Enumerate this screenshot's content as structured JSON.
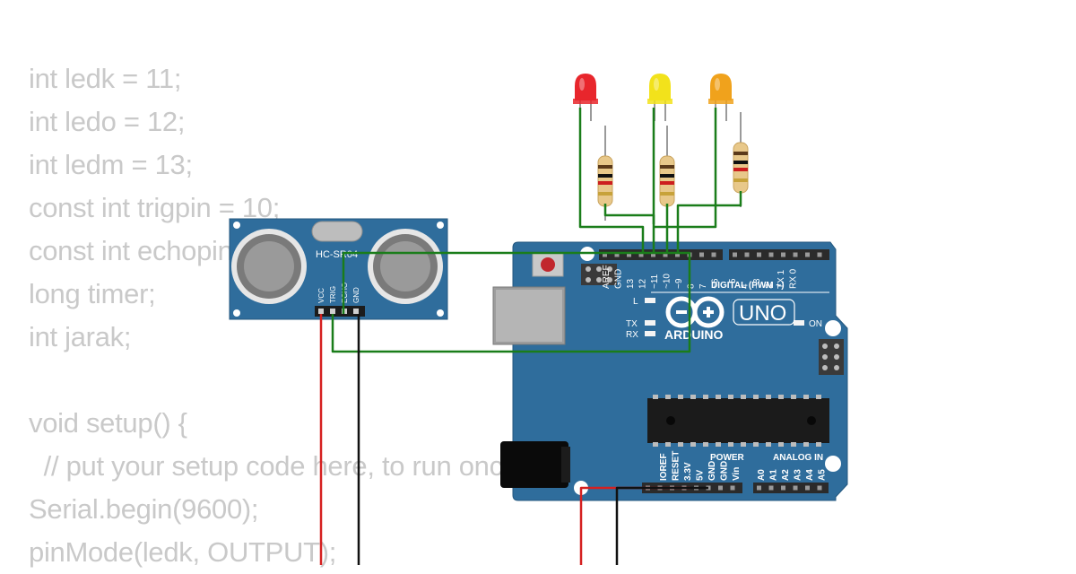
{
  "code": {
    "lines": [
      "int ledk = 11;",
      "int ledo = 12;",
      "int ledm = 13;",
      "const int trigpin = 10;",
      "const int echopin = 9;",
      "long timer;",
      "int jarak;",
      "",
      "void setup() {",
      "  // put your setup code here, to run once:",
      "Serial.begin(9600);",
      "pinMode(ledk, OUTPUT);"
    ]
  },
  "sensor": {
    "model": "HC-SR04",
    "pins": [
      "VCC",
      "TRIG",
      "ECHO",
      "GND"
    ]
  },
  "board": {
    "brand": "ARDUINO",
    "model": "UNO",
    "digital_header_label": "DIGITAL (PWM ~)",
    "digital_pins": [
      "AREF",
      "GND",
      "13",
      "12",
      "~11",
      "~10",
      "~9",
      "8",
      "7",
      "~6",
      "~5",
      "4",
      "~3",
      "2",
      "TX 1",
      "RX 0"
    ],
    "power_header_label": "POWER",
    "power_pins": [
      "IOREF",
      "RESET",
      "3.3V",
      "5V",
      "GND",
      "GND",
      "Vin"
    ],
    "analog_header_label": "ANALOG IN",
    "analog_pins": [
      "A0",
      "A1",
      "A2",
      "A3",
      "A4",
      "A5"
    ],
    "led_l_label": "L",
    "led_tx_label": "TX",
    "led_rx_label": "RX",
    "led_on_label": "ON"
  },
  "leds": [
    {
      "name": "red",
      "color": "#e8262c"
    },
    {
      "name": "yellow",
      "color": "#f2e21b"
    },
    {
      "name": "orange",
      "color": "#f0a21c"
    }
  ],
  "colors": {
    "board": "#2f6d9c",
    "wire_green": "#1a7d1a",
    "wire_red": "#d52020",
    "wire_black": "#111111",
    "code_text": "#c9c9c9"
  }
}
